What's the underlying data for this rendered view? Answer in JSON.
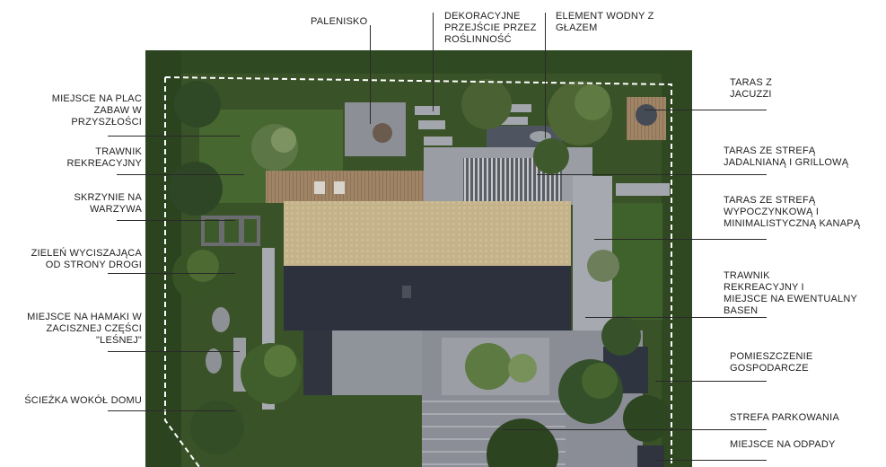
{
  "labels": {
    "palenisko": "PALENISKO",
    "dekoracyjne": "DEKORACYJNE\nPRZEJŚCIE PRZEZ\nROŚLINNOŚĆ",
    "element_wodny": "ELEMENT WODNY Z\nGŁAZEM",
    "taras_jacuzzi": "TARAS Z\nJACUZZI",
    "plac_zabaw": "MIEJSCE NA PLAC\nZABAW W\nPRZYSZŁOŚCI",
    "trawnik_rekreacyjny": "TRAWNIK\nREKREACYJNY",
    "skrzynie": "SKRZYNIE NA\nWARZYWA",
    "zielen": "ZIELEŃ WYCISZAJĄCA\nOD STRONY DROGI",
    "hamaki": "MIEJSCE NA HAMAKI W\nZACISZNEJ CZĘŚCI\n\"LEŚNEJ\"",
    "sciezka": "ŚCIEŻKA WOKÓŁ DOMU",
    "taras_jadalnia": "TARAS ZE STREFĄ\nJADALNIANĄ I GRILLOWĄ",
    "taras_wypoczynek": "TARAS ZE STREFĄ\nWYPOCZYNKOWĄ I\nMINIMALISTYCZNĄ KANAPĄ",
    "trawnik_basen": "TRAWNIK\nREKREACYJNY I\nMIEJSCE NA EWENTUALNY\nBASEN",
    "pomieszczenie": "POMIESZCZENIE\nGOSPODARCZE",
    "parking": "STREFA PARKOWANIA",
    "odpady": "MIEJSCE NA ODPADY"
  },
  "colors": {
    "hedge": "#3f5a2b",
    "lawn": "#41602d",
    "roof_light": "#c7b58d",
    "roof_dark": "#2e3340",
    "paving": "#8d9098",
    "deck": "#a08466",
    "boundary": "#ffffff"
  }
}
